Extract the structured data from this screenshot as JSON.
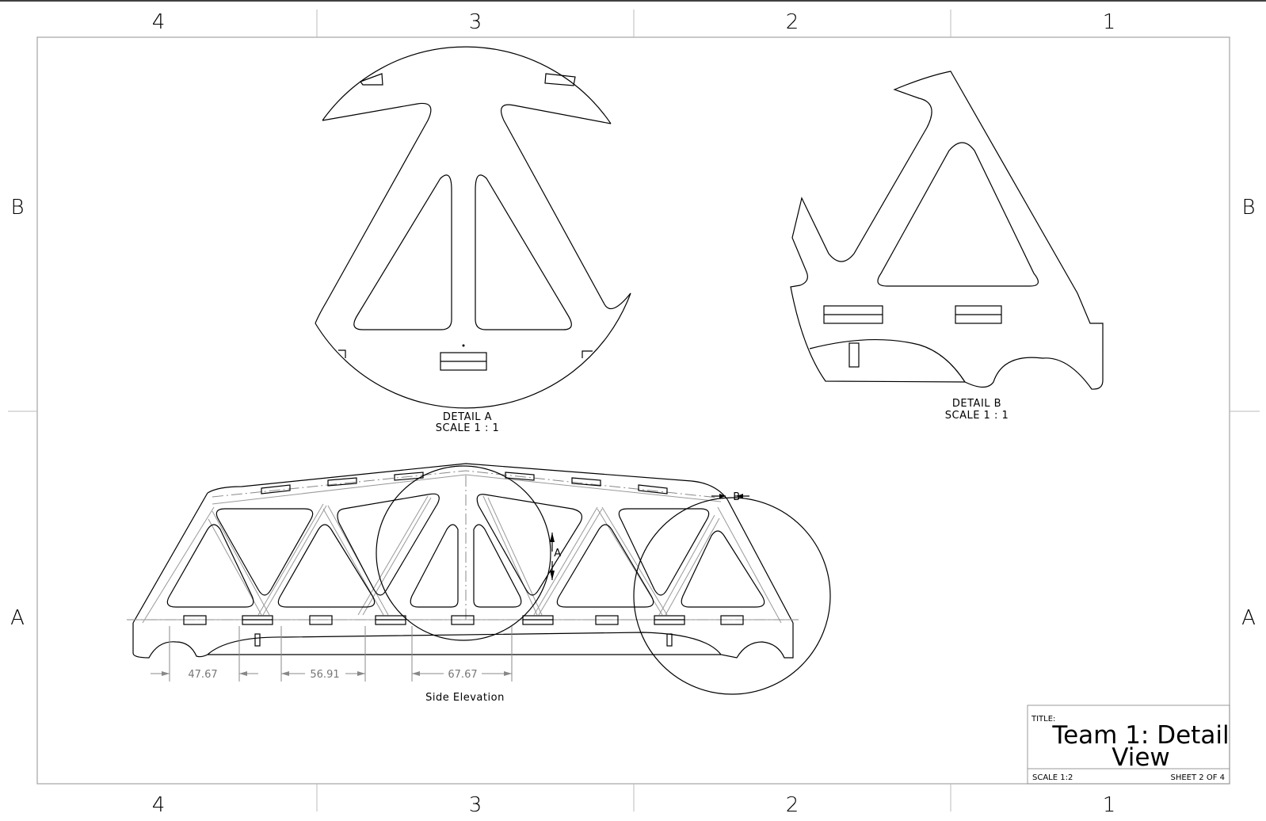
{
  "zones": {
    "top": [
      "4",
      "3",
      "2",
      "1"
    ],
    "bottom": [
      "4",
      "3",
      "2",
      "1"
    ],
    "left": [
      "B",
      "A"
    ],
    "right": [
      "B",
      "A"
    ]
  },
  "detail_a": {
    "name": "DETAIL A",
    "scale": "SCALE 1 : 1",
    "callout": "A"
  },
  "detail_b": {
    "name": "DETAIL B",
    "scale": "SCALE 1 : 1",
    "callout": "B"
  },
  "side_elevation": {
    "label": "Side Elevation",
    "dimensions": [
      "47.67",
      "56.91",
      "67.67"
    ]
  },
  "title_block": {
    "title_label": "TITLE:",
    "title_line1": "Team 1: Detail",
    "title_line2": "View",
    "scale": "SCALE 1:2",
    "sheet": "SHEET 2 OF 4"
  }
}
